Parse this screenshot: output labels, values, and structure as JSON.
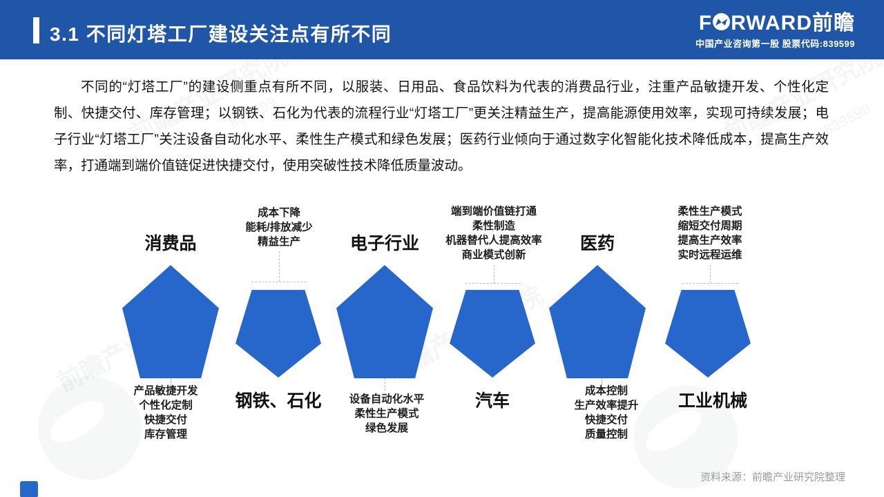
{
  "header": {
    "title": "3.1 不同灯塔工厂建设关注点有所不同",
    "logo": {
      "part_f": "F",
      "part_rward": "RWARD",
      "part_cn": "前瞻"
    },
    "tagline": "中国产业咨询第一股 股票代码:839599"
  },
  "paragraph": "不同的“灯塔工厂”的建设侧重点有所不同，以服装、日用品、食品饮料为代表的消费品行业，注重产品敏捷开发、个性化定制、快捷交付、库存管理；以钢铁、石化为代表的流程行业“灯塔工厂”更关注精益生产，提高能源使用效率，实现可持续发展；电子行业“灯塔工厂”关注设备自动化水平、柔性生产模式和绿色发展；医药行业倾向于通过数字化智能化技术降低成本，提高生产效率，打通端到端价值链促进快捷交付，使用突破性技术降低质量波动。",
  "industries": [
    {
      "name": "消费品",
      "orientation": "up",
      "points": [
        "产品敏捷开发",
        "个性化定制",
        "快捷交付",
        "库存管理"
      ]
    },
    {
      "name": "钢铁、石化",
      "orientation": "down",
      "points": [
        "成本下降",
        "能耗/排放减少",
        "精益生产"
      ]
    },
    {
      "name": "电子行业",
      "orientation": "up",
      "points": [
        "设备自动化水平",
        "柔性生产模式",
        "绿色发展"
      ]
    },
    {
      "name": "汽车",
      "orientation": "down",
      "points": [
        "端到端价值链打通",
        "柔性制造",
        "机器替代人提高效率",
        "商业模式创新"
      ]
    },
    {
      "name": "医药",
      "orientation": "up",
      "points": [
        "成本控制",
        "生产效率提升",
        "快捷交付",
        "质量控制"
      ]
    },
    {
      "name": "工业机械",
      "orientation": "down",
      "points": [
        "柔性生产模式",
        "缩短交付周期",
        "提高生产效率",
        "实时远程运维"
      ]
    }
  ],
  "watermark": {
    "text": "前瞻产业研究院",
    "code": "839599"
  },
  "footer": {
    "source": "资料来源：前瞻产业研究院整理"
  },
  "colors": {
    "header_blue": "#1F56A8",
    "shape_blue": "#2766CB"
  }
}
